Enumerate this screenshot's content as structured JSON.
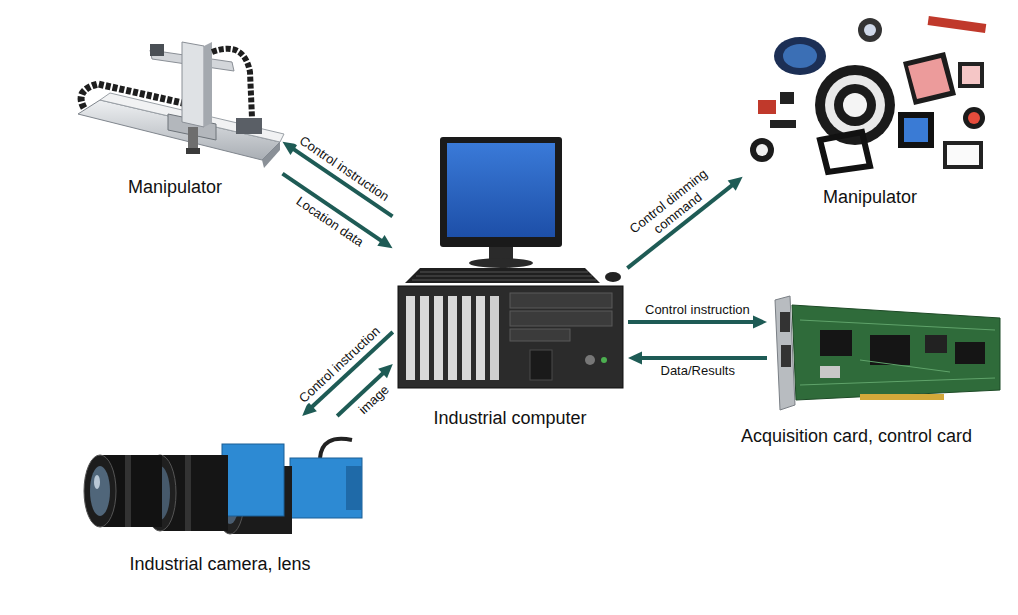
{
  "diagram": {
    "nodes": [
      {
        "text": [
          "Manipulator"
        ]
      },
      {
        "text": [
          "Manipulator"
        ]
      },
      {
        "text": [
          "Industrial computer"
        ]
      },
      {
        "text": [
          "Acquisition card, control card"
        ]
      },
      {
        "text": [
          "Industrial camera, lens"
        ]
      }
    ],
    "edges": [
      {
        "from": 2,
        "to": 0,
        "label": "Control instruction",
        "arrow": "to"
      },
      {
        "from": 0,
        "to": 2,
        "label": "Location data",
        "arrow": "to"
      },
      {
        "from": 2,
        "to": 1,
        "label": "Control dimming command",
        "arrow": "to"
      },
      {
        "from": 2,
        "to": 3,
        "label": "Control instruction",
        "arrow": "to"
      },
      {
        "from": 3,
        "to": 2,
        "label": "Data/Results",
        "arrow": "to"
      },
      {
        "from": 2,
        "to": 4,
        "label": "Control instruction",
        "arrow": "to"
      },
      {
        "from": 4,
        "to": 2,
        "label": "image",
        "arrow": "to"
      }
    ]
  }
}
